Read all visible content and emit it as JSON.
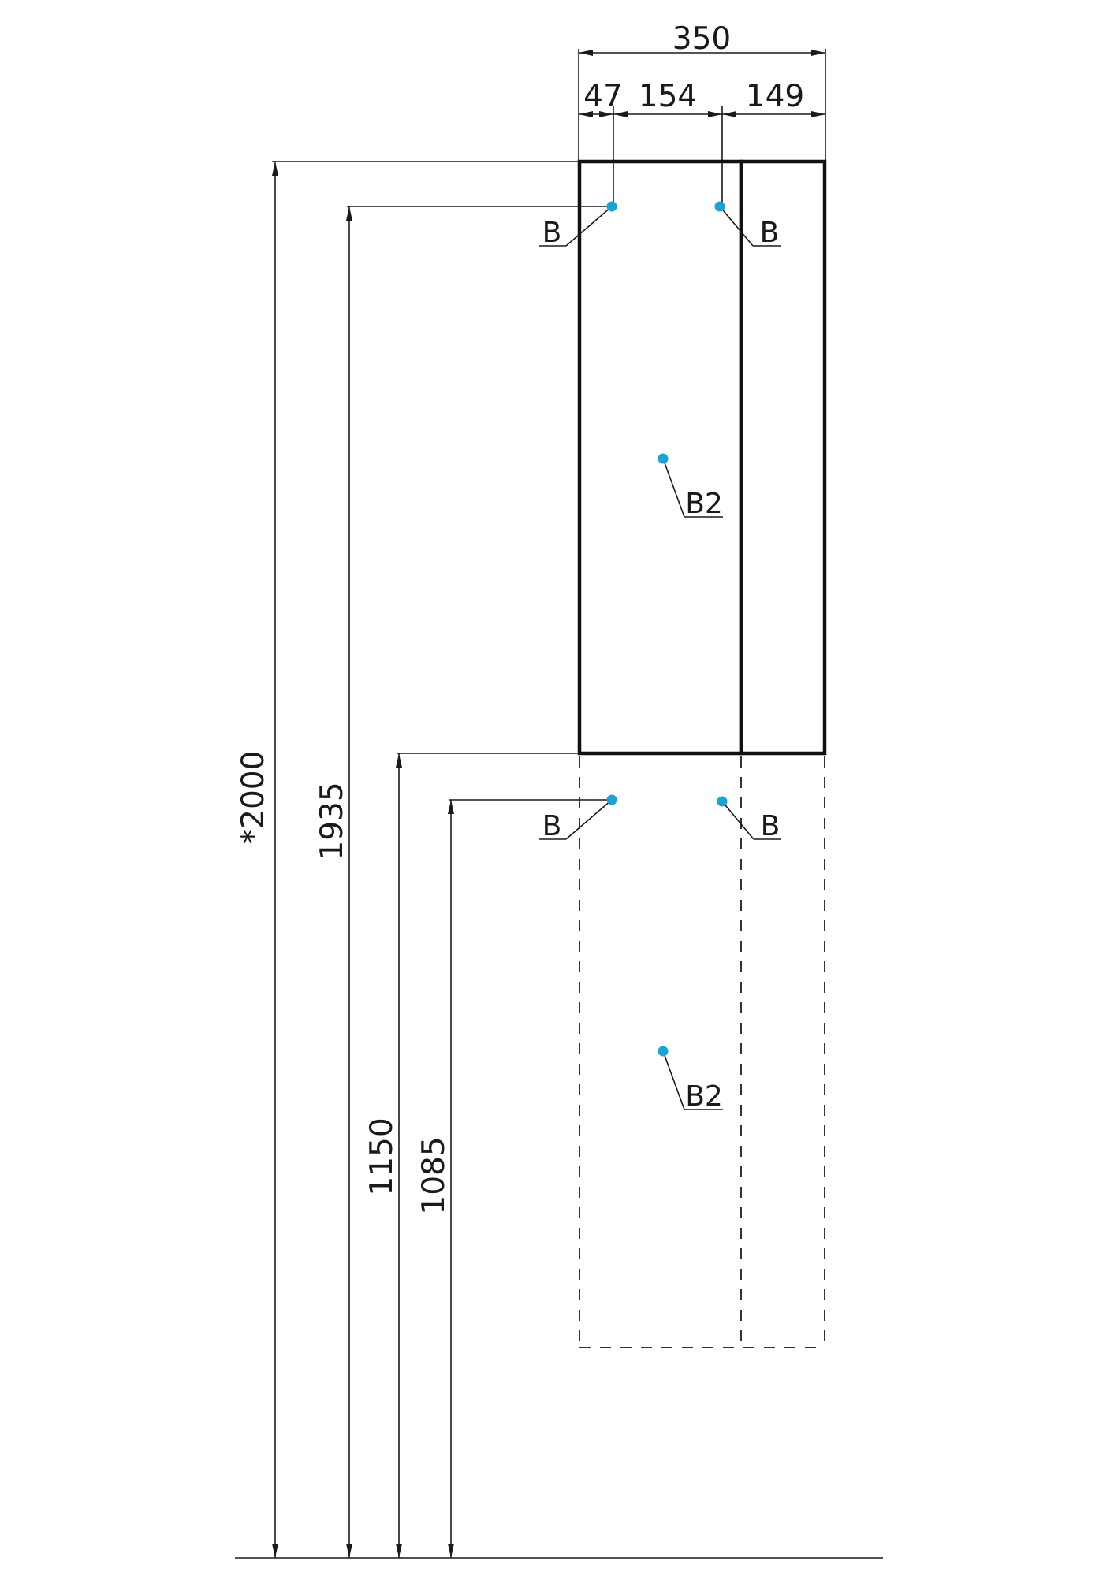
{
  "colors": {
    "line": "#1a1a1a",
    "marker": "#1aa3d6",
    "background": "#ffffff"
  },
  "dimensions": {
    "total_width": "350",
    "segment_1": "47",
    "segment_2": "154",
    "segment_3": "149",
    "total_height": "*2000",
    "top_mount_height": "1935",
    "cabinet_bottom_height": "1150",
    "lower_mount_height": "1085"
  },
  "labels": {
    "upper_left_point": "B",
    "upper_right_point": "B",
    "upper_center_point": "B2",
    "lower_left_point": "B",
    "lower_right_point": "B",
    "lower_center_point": "B2"
  }
}
